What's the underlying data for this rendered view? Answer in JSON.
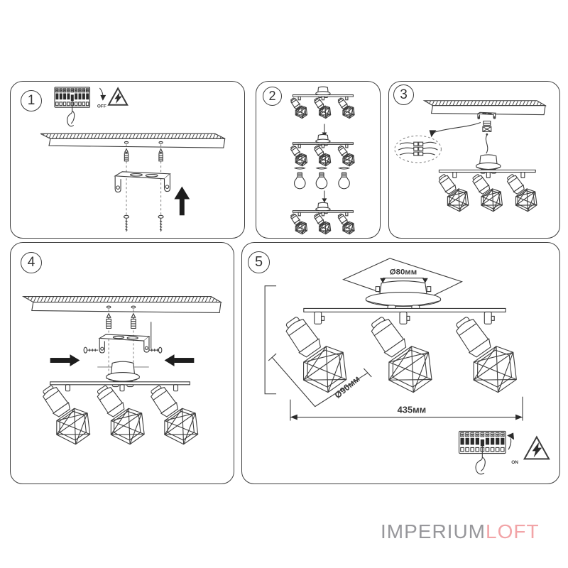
{
  "brand": {
    "logo_part1": "IMPERIUM",
    "logo_part2": "LOFT"
  },
  "panels": [
    {
      "number": "1",
      "labels": {
        "breaker": "OFF"
      }
    },
    {
      "number": "2",
      "labels": {}
    },
    {
      "number": "3",
      "labels": {}
    },
    {
      "number": "4",
      "labels": {}
    },
    {
      "number": "5",
      "labels": {
        "breaker": "ON",
        "canopy_diameter": "Ø80мм",
        "shade_diameter": "Ø90мм",
        "fixture_width": "435мм"
      }
    }
  ],
  "icons": {
    "warning": "lightning-triangle",
    "breaker": "circuit-breaker-with-hand",
    "direction_up": "black-arrow-up",
    "direction_inward": "black-arrows-inward"
  },
  "colors": {
    "line": "#3c3c3c",
    "black_fill": "#2b2b2b",
    "logo_gray": "#97979b",
    "logo_pink": "#f2a4a7",
    "background": "#ffffff"
  }
}
